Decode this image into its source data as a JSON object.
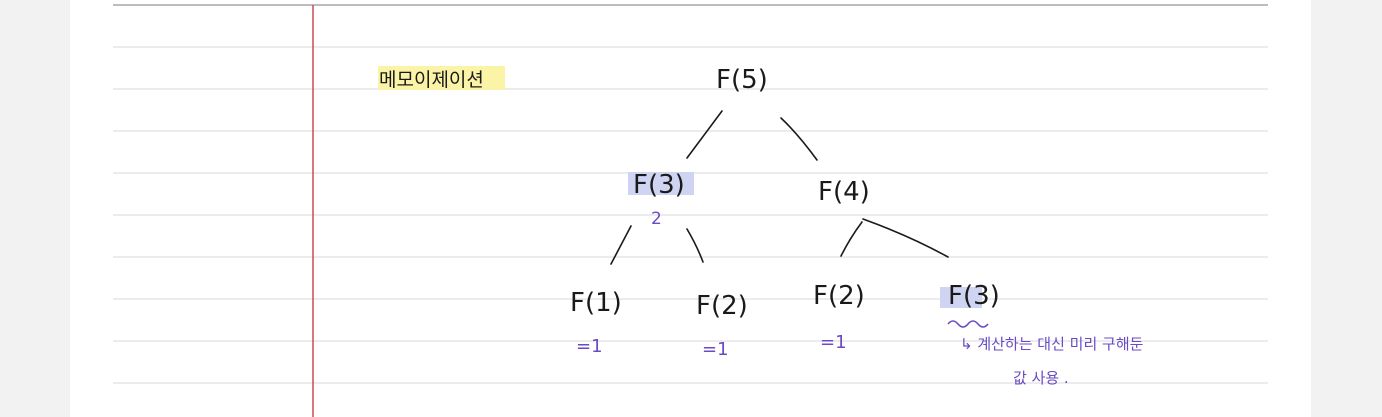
{
  "heading": {
    "text": "메모이제이션",
    "highlight_color": "#fbf3a6"
  },
  "tree": {
    "root": "F(5)",
    "level1": [
      "F(3)",
      "F(4)"
    ],
    "level2": [
      "F(1)",
      "F(2)",
      "F(2)",
      "F(3)"
    ]
  },
  "notes": {
    "f3_value": "2",
    "f1_value": "=1",
    "f2_left_value": "=1",
    "f2_right_value": "=1",
    "memo_note_line1": "↳ 계산하는 대신 미리 구해둔",
    "memo_note_line2": "값 사용 ."
  },
  "colors": {
    "ink": "#1a1a1a",
    "note_ink": "#6a4bc4",
    "memo_highlight": "#cfd4f3",
    "margin_rule": "#c94b57",
    "ruled_line": "#d9d9d9"
  }
}
